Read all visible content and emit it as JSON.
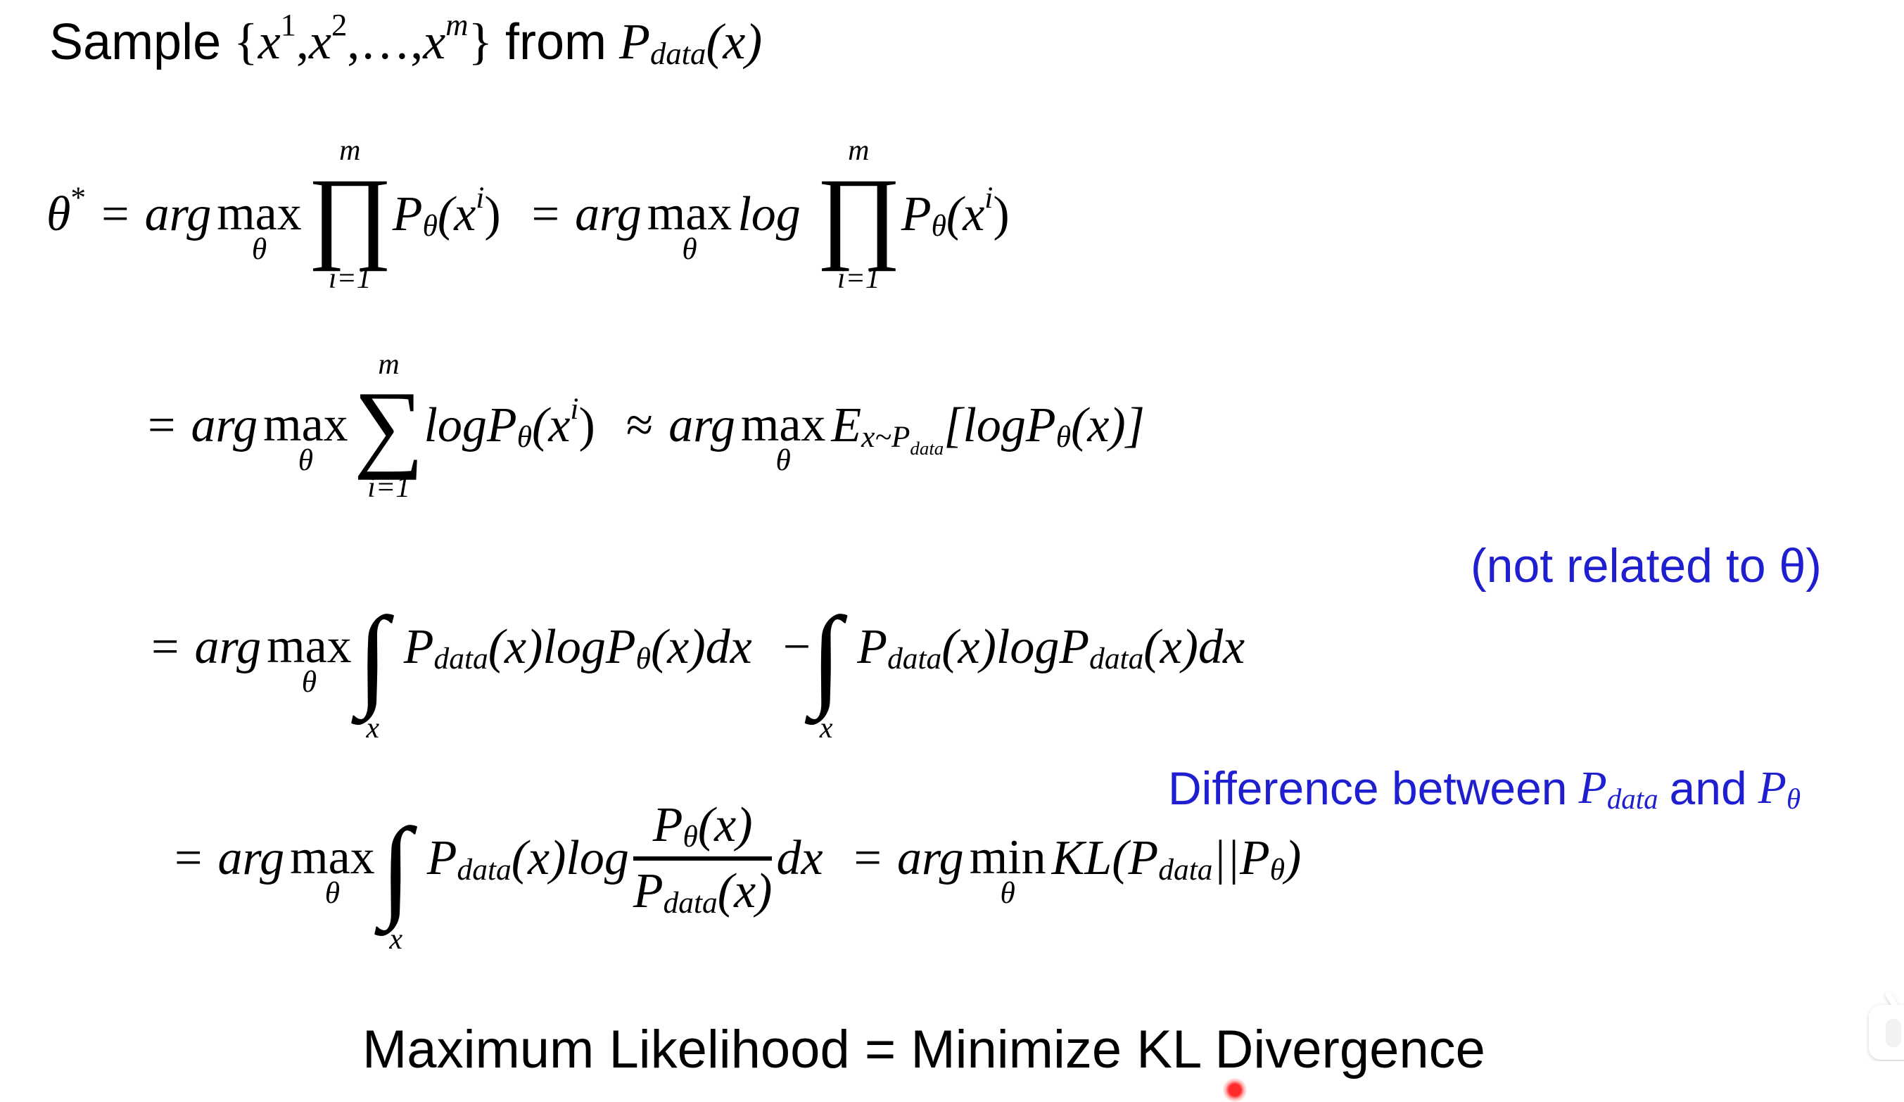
{
  "slide": {
    "sample_line": {
      "prefix": "Sample",
      "set_open": "{",
      "x": "x",
      "sup1": "1",
      "sup2": "2",
      "supm": "m",
      "comma": ",",
      "ellipsis": "…",
      "set_close": "}",
      "from": "from",
      "P": "P",
      "data_sub": "data",
      "arg": "(x)"
    },
    "eq1": {
      "lhs": "θ",
      "lhs_sup": "*",
      "eq": "=",
      "arg": "arg",
      "max": "max",
      "theta": "θ",
      "prod": "∏",
      "upper": "m",
      "lower": "i=1",
      "P": "P",
      "P_sub": "θ",
      "open": "(x",
      "x_sup": "i",
      "close": ")",
      "log": "log"
    },
    "eq2": {
      "eq": "=",
      "arg": "arg",
      "max": "max",
      "theta": "θ",
      "sum": "∑",
      "upper": "m",
      "lower": "i=1",
      "logP": "logP",
      "P_sub": "θ",
      "open": "(x",
      "x_sup": "i",
      "close": ")",
      "approx": "≈",
      "E": "E",
      "E_sub": "x~P",
      "E_subsub": "data",
      "bracket_term": "[logP",
      "bracket_sub": "θ",
      "bracket_end": "(x)]"
    },
    "eq3": {
      "eq": "=",
      "arg": "arg",
      "max": "max",
      "theta": "θ",
      "integral": "∫",
      "int_lower": "x",
      "term1_P": "P",
      "term1_sub": "data",
      "term1_mid": "(x)logP",
      "term1_sub2": "θ",
      "term1_end": "(x)dx",
      "minus": "−",
      "term2_P": "P",
      "term2_sub": "data",
      "term2_mid": "(x)logP",
      "term2_sub2": "data",
      "term2_end": "(x)dx",
      "annotation": "(not related to θ)"
    },
    "eq4": {
      "eq": "=",
      "arg": "arg",
      "max": "max",
      "theta": "θ",
      "integral": "∫",
      "int_lower": "x",
      "P": "P",
      "P_sub": "data",
      "mid": "(x)log",
      "num_P": "P",
      "num_sub": "θ",
      "num_arg": "(x)",
      "den_P": "P",
      "den_sub": "data",
      "den_arg": "(x)",
      "dx": "dx",
      "eq2": "=",
      "arg2": "arg",
      "min": "min",
      "KL": "KL(P",
      "KL_sub": "data",
      "KL_mid": "||P",
      "KL_sub2": "θ",
      "KL_end": ")",
      "annotation_text": "Difference between",
      "annotation_P1": "P",
      "annotation_sub1": "data",
      "annotation_and": "and",
      "annotation_P2": "P",
      "annotation_sub2": "θ"
    },
    "conclusion": "Maximum Likelihood = Minimize KL Divergence"
  },
  "overlay": {
    "mascot_icon": "tv-mascot-icon",
    "laser_pointer": "laser-pointer-dot"
  },
  "colors": {
    "annotation_blue": "#1f1fd0",
    "text": "#000000",
    "background": "#ffffff",
    "laser": "#ff2a2a"
  }
}
